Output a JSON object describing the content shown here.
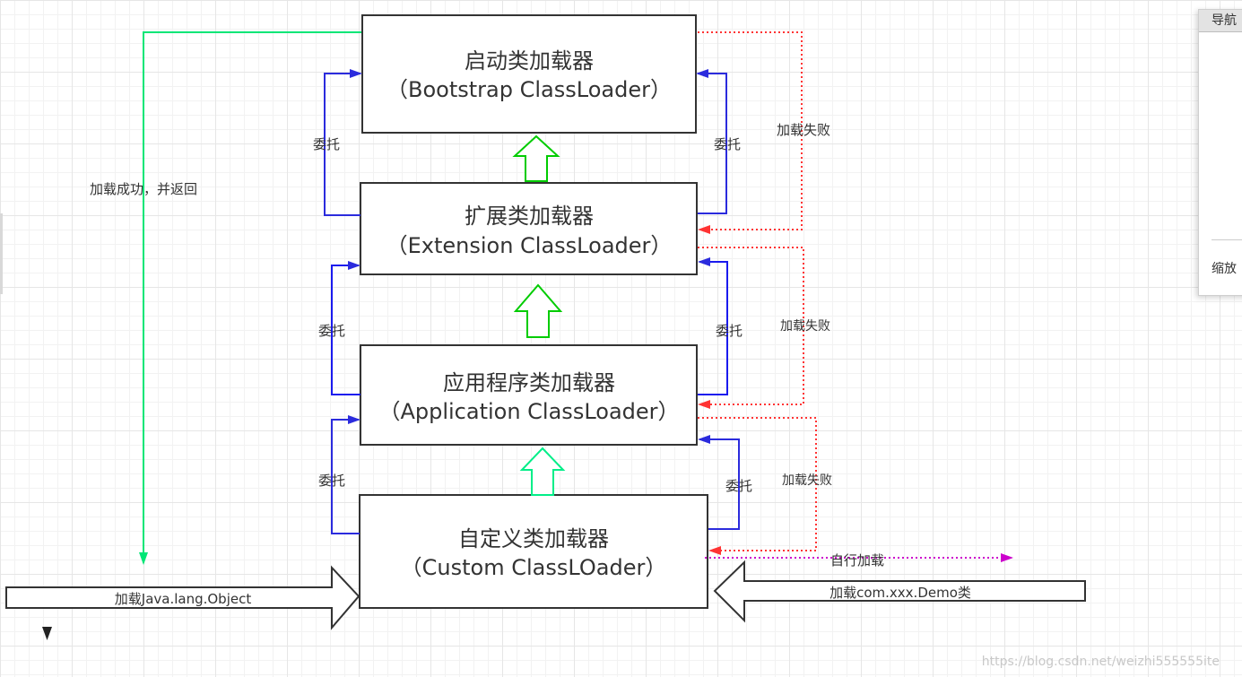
{
  "boxes": {
    "bootstrap": {
      "cn": "启动类加载器",
      "en": "（Bootstrap ClassLoader）"
    },
    "extension": {
      "cn": "扩展类加载器",
      "en": "（Extension ClassLoader）"
    },
    "application": {
      "cn": "应用程序类加载器",
      "en": "（Application ClassLoader）"
    },
    "custom": {
      "cn": "自定义类加载器",
      "en": "（Custom ClassLOader）"
    }
  },
  "labels": {
    "delegate": "委托",
    "load_failed": "加载失败",
    "load_success_return": "加载成功，并返回",
    "self_load": "自行加载",
    "load_object": "加载Java.lang.Object",
    "load_demo": "加载com.xxx.Demo类"
  },
  "navigator": {
    "title": "导航",
    "zoom": "缩放"
  },
  "watermark": "https://blog.csdn.net/weizhi555555ite",
  "colors": {
    "box_border": "#333333",
    "delegate_arrow": "#2b2bdd",
    "failed_arrow": "#ff3333",
    "success_arrow": "#00e676",
    "hollow_up_arrow": "#00cc00",
    "self_load_arrow": "#cc00cc"
  }
}
